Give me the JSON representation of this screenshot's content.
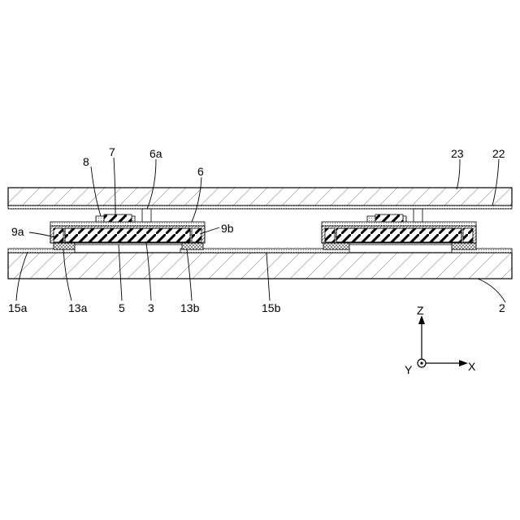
{
  "labels": {
    "l8": "8",
    "l7": "7",
    "l6a": "6a",
    "l6": "6",
    "l23": "23",
    "l22": "22",
    "l9a": "9a",
    "l9b": "9b",
    "l15a": "15a",
    "l13a": "13a",
    "l5": "5",
    "l3": "3",
    "l13b": "13b",
    "l15b": "15b",
    "l2": "2"
  },
  "axes": {
    "z": "Z",
    "y": "Y",
    "x": "X"
  }
}
